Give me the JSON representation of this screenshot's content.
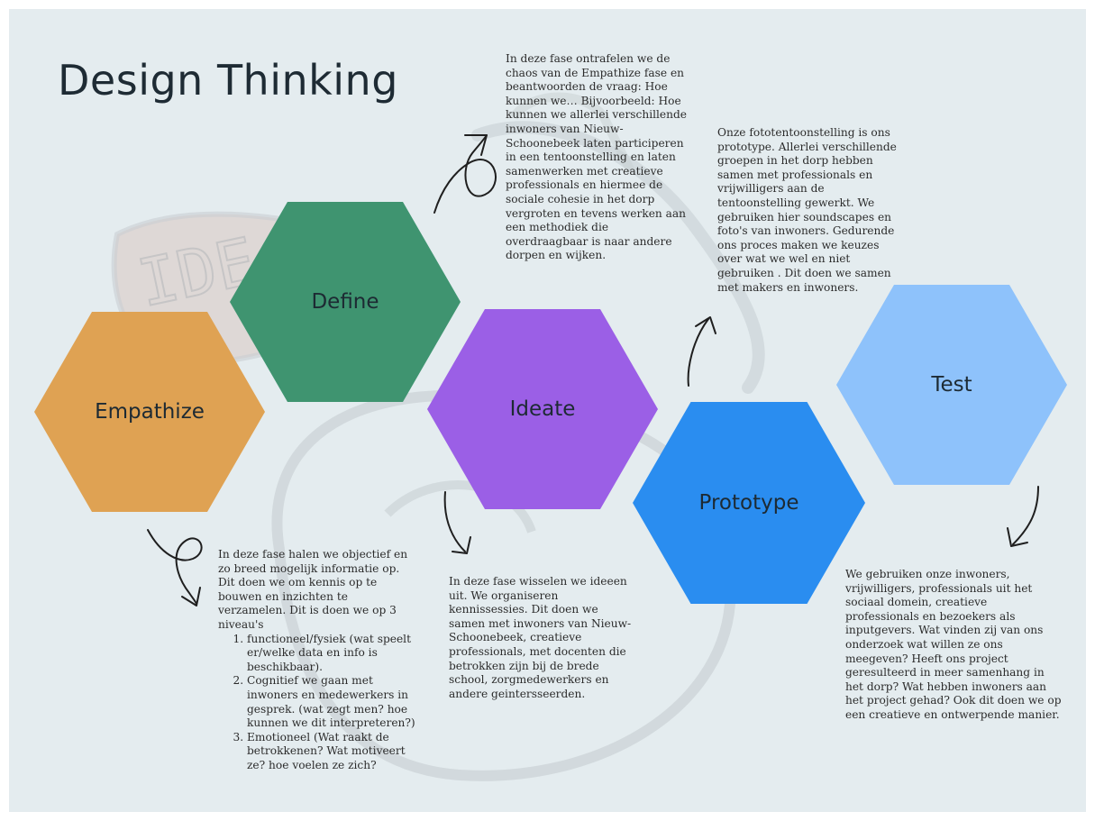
{
  "title": "Design Thinking",
  "colors": {
    "background": "#e4ecef",
    "empathize": "#dfa253",
    "define": "#3f9470",
    "ideate": "#9b5fe6",
    "prototype": "#2a8df0",
    "test": "#8ec2fb"
  },
  "stages": {
    "empathize": "Empathize",
    "define": "Define",
    "ideate": "Ideate",
    "prototype": "Prototype",
    "test": "Test"
  },
  "notes": {
    "define": "In deze fase ontrafelen we de chaos van de Empathize fase en beantwoorden de vraag: Hoe kunnen we… Bijvoorbeeld: Hoe kunnen we allerlei verschillende inwoners van Nieuw-Schoonebeek laten participeren in een tentoonstelling en laten samenwerken met creatieve professionals en hiermee de sociale cohesie in het dorp vergroten en tevens werken aan een methodiek die overdraagbaar is naar andere dorpen en wijken.",
    "prototype": "Onze fototentoonstelling is ons prototype. Allerlei verschillende groepen in het dorp hebben samen met professionals en vrijwilligers aan de tentoonstelling gewerkt. We gebruiken hier soundscapes en foto's van inwoners. Gedurende ons proces maken we keuzes over wat we wel en niet gebruiken . Dit doen we samen met makers en inwoners.",
    "empathize": {
      "intro": "In deze fase halen we objectief en zo breed mogelijk informatie op. Dit doen we om kennis op te bouwen en inzichten te verzamelen. Dit is doen we op 3 niveau's",
      "items": [
        "functioneel/fysiek (wat speelt er/welke data en info is beschikbaar).",
        "Cognitief  we gaan met inwoners  en medewerkers in gesprek. (wat zegt men? hoe kunnen we dit interpreteren?)",
        "Emotioneel (Wat raakt de betrokkenen? Wat motiveert ze? hoe voelen ze zich?"
      ]
    },
    "ideate": "In deze fase wisselen we ideeen uit. We organiseren kennissessies. Dit doen we samen met inwoners van Nieuw-Schoonebeek, creatieve professionals, met docenten die betrokken zijn bij de brede school, zorgmedewerkers en andere geintersseerden.",
    "test": "We gebruiken onze inwoners, vrijwilligers, professionals uit het sociaal domein, creatieve professionals en bezoekers als inputgevers. Wat vinden zij van ons onderzoek wat willen ze ons meegeven? Heeft ons project geresulteerd in meer samenhang in het dorp? Wat hebben inwoners aan het project gehad? Ook dit doen we op een creatieve en ontwerpende manier."
  }
}
